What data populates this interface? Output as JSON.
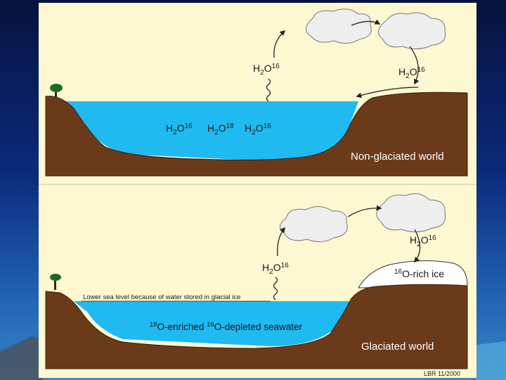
{
  "top_panel": {
    "evap_label": {
      "base": "H",
      "sub": "2",
      "mid": "O",
      "sup": "16"
    },
    "rain_label": {
      "base": "H",
      "sub": "2",
      "mid": "O",
      "sup": "16"
    },
    "water_molecules": [
      {
        "base": "H",
        "sub": "2",
        "mid": "O",
        "sup": "16"
      },
      {
        "base": "H",
        "sub": "2",
        "mid": "O",
        "sup": "18"
      },
      {
        "base": "H",
        "sub": "2",
        "mid": "O",
        "sup": "16"
      }
    ],
    "caption": "Non-glaciated world"
  },
  "bottom_panel": {
    "evap_label": {
      "base": "H",
      "sub": "2",
      "mid": "O",
      "sup": "16"
    },
    "snow_label": {
      "base": "H",
      "sub": "2",
      "mid": "O",
      "sup": "16"
    },
    "ice_label": {
      "sup": "16",
      "rest": "O-rich ice"
    },
    "sea_level_note": "Lower sea level because of water stored in glacial ice",
    "seawater_label": {
      "sup1": "18",
      "part1": "O-enriched ",
      "sup2": "16",
      "part2": "O-depleted seawater"
    },
    "caption": "Glaciated world"
  },
  "credit": "LBR 11/2000",
  "colors": {
    "water": "#1fbaf0",
    "land": "#6b3a1a",
    "paper": "#fdf7d2",
    "cloud": "#eeeeee",
    "ice": "#ffffff"
  }
}
